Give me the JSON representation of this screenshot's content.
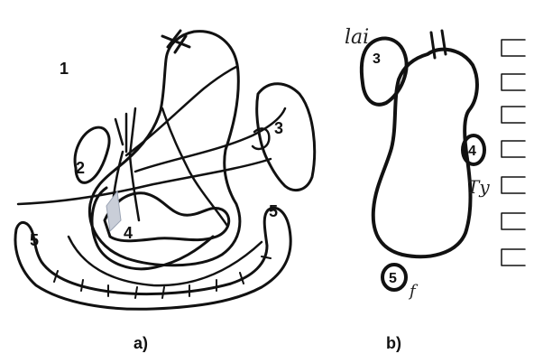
{
  "panel_a": {
    "caption": "a)",
    "labels": {
      "n1": "1",
      "n2": "2",
      "n3": "3",
      "n4": "4",
      "n5_left": "5",
      "n5_right": "5"
    }
  },
  "panel_b": {
    "caption": "b)",
    "labels": {
      "n3": "3",
      "n4": "4",
      "n5": "5"
    },
    "handwriting": {
      "top": "lai",
      "middle": "Ty",
      "bottom": "f"
    },
    "answer_box_count": 7
  },
  "colors": {
    "ink": "#111111",
    "pencil": "#9aa3b3",
    "background": "#ffffff"
  }
}
